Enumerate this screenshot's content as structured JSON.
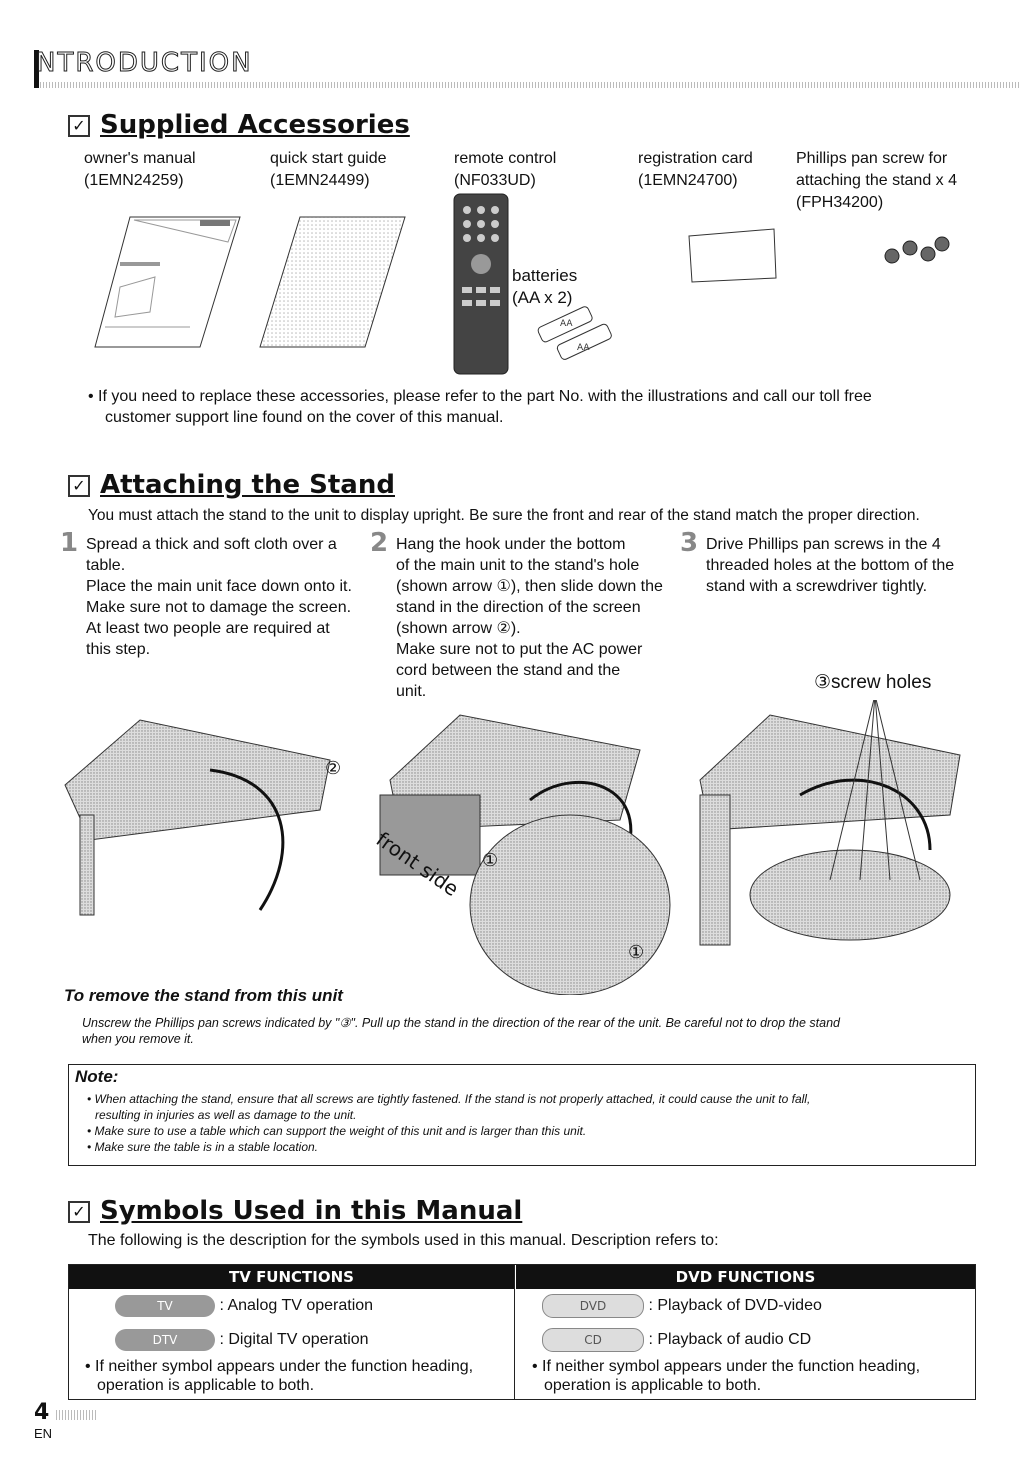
{
  "header": {
    "title": "NTRODUCTION"
  },
  "supplied": {
    "heading": "Supplied Accessories",
    "items": [
      {
        "name": "owner's manual",
        "part": "(1EMN24259)"
      },
      {
        "name": "quick start guide",
        "part": "(1EMN24499)"
      },
      {
        "name": "remote control",
        "part": "(NF033UD)"
      },
      {
        "name": "registration card",
        "part": "(1EMN24700)"
      },
      {
        "name": "Phillips pan screw for",
        "name2": "attaching the stand x 4",
        "part": "(FPH34200)"
      }
    ],
    "batteries": "batteries",
    "batteries_qty": "(AA x 2)",
    "battery_label": "AA",
    "note": "• If you need to replace these accessories, please refer to the part No. with the illustrations and call our toll free",
    "note2": "customer support line found on the cover of this manual."
  },
  "stand": {
    "heading": "Attaching the Stand",
    "intro": "You must attach the stand to the unit to display upright. Be sure the front and rear of the stand match the proper direction.",
    "steps": [
      {
        "num": "1",
        "lines": [
          "Spread a thick and soft cloth over a",
          "table.",
          "Place the main unit face down onto it.",
          "Make sure not to damage the screen.",
          "At least two people are required at",
          "this step."
        ]
      },
      {
        "num": "2",
        "lines": [
          "Hang the hook under the bottom",
          "of the main unit to the stand's hole",
          "(shown arrow ①), then slide down the",
          "stand in the direction of the screen",
          "(shown arrow ②).",
          "Make sure not to put the AC power",
          "cord between the stand and the",
          "unit."
        ]
      },
      {
        "num": "3",
        "lines": [
          "Drive Phillips pan screws in the 4",
          "threaded holes at the bottom of the",
          "stand with a screwdriver tightly."
        ]
      }
    ],
    "screw_label": "③screw holes",
    "arrow1": "①",
    "arrow2": "②",
    "front_side": "front side",
    "remove_heading": "To remove the stand from this unit",
    "remove_text": "Unscrew the Phillips pan screws indicated by \"③\". Pull up the stand in the direction of the rear of the unit. Be careful not to drop the stand",
    "remove_text2": "when you remove it."
  },
  "note": {
    "title": "Note:",
    "items": [
      "• When attaching the stand, ensure that all screws are tightly fastened. If the stand is not properly attached, it could cause the unit to fall,",
      "resulting in injuries as well as damage to the unit.",
      "• Make sure to use a table which can support the weight of this unit and is larger than this unit.",
      "• Make sure the table is in a stable location."
    ]
  },
  "symbols": {
    "heading": "Symbols Used in this Manual",
    "intro": "The following is the description for the symbols used in this manual. Description refers to:",
    "tv_head": "TV FUNCTIONS",
    "dvd_head": "DVD FUNCTIONS",
    "tv_rows": [
      {
        "pill": "TV",
        "text": ": Analog TV operation"
      },
      {
        "pill": "DTV",
        "text": ": Digital TV operation"
      }
    ],
    "dvd_rows": [
      {
        "pill": "DVD",
        "text": ": Playback of DVD-video"
      },
      {
        "pill": "CD",
        "text": ": Playback of audio CD"
      }
    ],
    "foot1": "• If neither symbol appears under the function heading,",
    "foot2": "operation is applicable to both."
  },
  "footer": {
    "page": "4",
    "lang": "EN"
  }
}
